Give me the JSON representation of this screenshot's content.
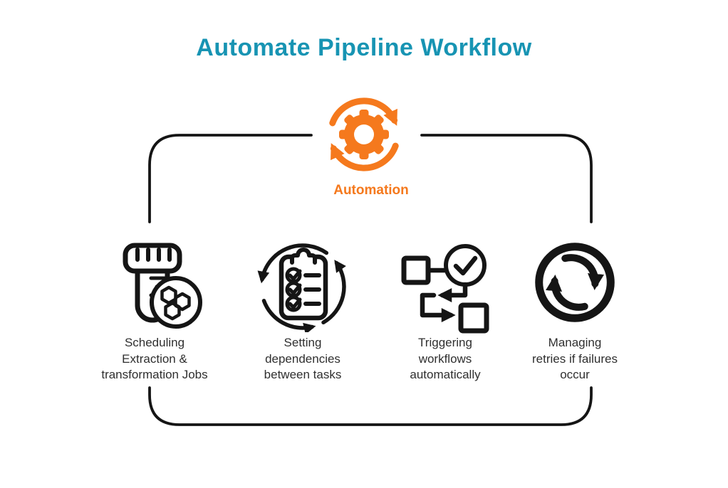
{
  "title": "Automate Pipeline Workflow",
  "hub": {
    "label": "Automation",
    "icon": "gear-cycle-icon"
  },
  "colors": {
    "title": "#1794B3",
    "accent": "#F5791D",
    "icon": "#151515",
    "caption": "#2F2F2F",
    "background": "#FFFFFF"
  },
  "steps": [
    {
      "icon": "test-tube-molecule-icon",
      "caption": "Scheduling\nExtraction &\ntransformation Jobs"
    },
    {
      "icon": "clipboard-checklist-cycle-icon",
      "caption": "Setting\ndependencies\nbetween tasks"
    },
    {
      "icon": "flowchart-check-icon",
      "caption": "Triggering\nworkflows\nautomatically"
    },
    {
      "icon": "sync-retry-icon",
      "caption": "Managing\nretries if failures\noccur"
    }
  ]
}
